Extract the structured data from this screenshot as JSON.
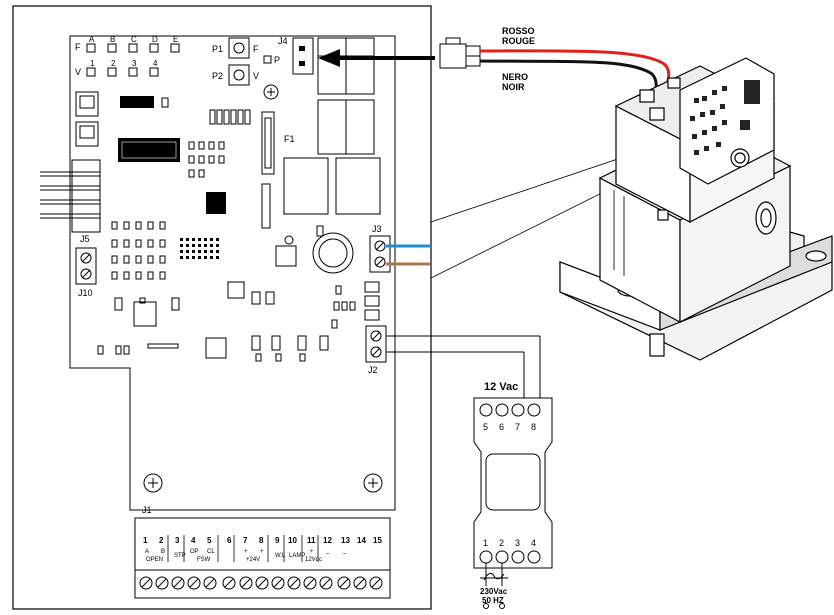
{
  "board": {
    "dip_top_labels": [
      "A",
      "B",
      "C",
      "D",
      "E"
    ],
    "dip_bottom_labels": [
      "1",
      "2",
      "3",
      "4"
    ],
    "row_label_f": "F",
    "row_label_v": "V",
    "p1": "P1",
    "p2": "P2",
    "p1_f": "F",
    "p2_v": "V",
    "p_label": "P",
    "j4": "J4",
    "f1": "F1",
    "j3": "J3",
    "j5": "J5",
    "j10": "J10",
    "j2": "J2",
    "j1": "J1"
  },
  "wires": {
    "red_line1": "ROSSO",
    "red_line2": "ROUGE",
    "black_line1": "NERO",
    "black_line2": "NOIR"
  },
  "terminal_block": {
    "numbers": [
      "1",
      "2",
      "3",
      "4",
      "5",
      "6",
      "7",
      "8",
      "9",
      "10",
      "11",
      "12",
      "13",
      "14",
      "15"
    ],
    "func_a": "A",
    "func_b": "B",
    "open": "OPEN",
    "stp": "STP",
    "op": "OP",
    "cl": "CL",
    "fsw": "FSW",
    "plus1": "+",
    "plus2": "+",
    "plus_24v": "+24V",
    "wl": "W.L",
    "lamp": "LAMP",
    "plus3": "+",
    "v12": "12Vdc",
    "dash12": "–",
    "dash13": "–"
  },
  "transformer": {
    "title": "12 Vac",
    "top_terminals": [
      "5",
      "6",
      "7",
      "8"
    ],
    "bottom_terminals": [
      "1",
      "2",
      "3",
      "4"
    ],
    "input_line1": "230Vac",
    "input_line2": "50 HZ"
  }
}
